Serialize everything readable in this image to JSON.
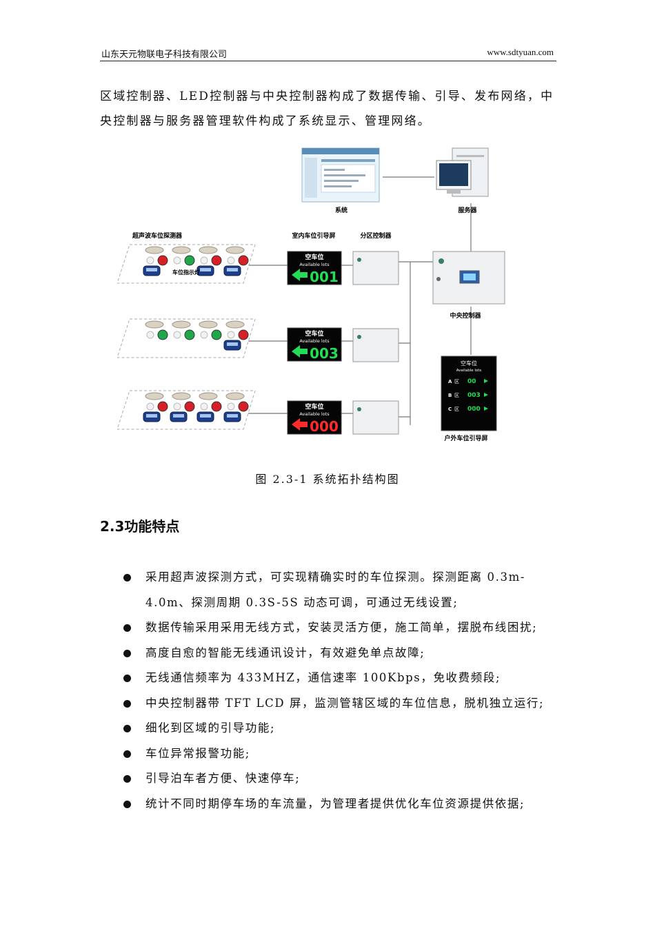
{
  "header": {
    "company": "山东天元物联电子科技有限公司",
    "website": "www.sdtyuan.com"
  },
  "intro": "区域控制器、LED控制器与中央控制器构成了数据传输、引导、发布网络，中央控制器与服务器管理软件构成了系统显示、管理网络。",
  "figure": {
    "labels": {
      "system": "系统",
      "server": "服务器",
      "ultrasonic_detector": "超声波车位探测器",
      "indoor_guide_screen": "室内车位引导屏",
      "zone_controller": "分区控制器",
      "space_indicator": "车位指示灯",
      "central_controller": "中央控制器",
      "outdoor_guide_screen": "户外车位引导屏"
    },
    "indoor_signs": [
      {
        "title": "空车位",
        "subtitle": "Available lots",
        "count": "001",
        "color": "#22dd55"
      },
      {
        "title": "空车位",
        "subtitle": "Available lots",
        "count": "003",
        "color": "#22dd55"
      },
      {
        "title": "空车位",
        "subtitle": "Available lots",
        "count": "000",
        "color": "#ff2b2b"
      }
    ],
    "rows": [
      {
        "lights": [
          "red",
          "green",
          "red",
          "red"
        ],
        "cars": [
          true,
          false,
          true,
          true
        ]
      },
      {
        "lights": [
          "green",
          "green",
          "green",
          "red"
        ],
        "cars": [
          false,
          false,
          false,
          true
        ]
      },
      {
        "lights": [
          "red",
          "red",
          "red",
          "red"
        ],
        "cars": [
          true,
          true,
          true,
          true
        ]
      }
    ],
    "outdoor_sign": {
      "title": "空车位",
      "subtitle": "Available lots",
      "zones": [
        {
          "letter": "A",
          "label": "区",
          "value": "00"
        },
        {
          "letter": "B",
          "label": "区",
          "value": "003"
        },
        {
          "letter": "C",
          "label": "区",
          "value": "000"
        }
      ]
    }
  },
  "caption": "图 2.3-1  系统拓扑结构图",
  "section_title": "2.3功能特点",
  "features": [
    "采用超声波探测方式，可实现精确实时的车位探测。探测距离 0.3m-4.0m、探测周期 0.3S-5S 动态可调，可通过无线设置;",
    "数据传输采用采用无线方式，安装灵活方便，施工简单，摆脱布线困扰;",
    "高度自愈的智能无线通讯设计，有效避免单点故障;",
    "无线通信频率为 433MHZ，通信速率 100Kbps，免收费频段;",
    "中央控制器带 TFT LCD 屏，监测管辖区域的车位信息，脱机独立运行;",
    "细化到区域的引导功能;",
    "车位异常报警功能;",
    "引导泊车者方便、快速停车;",
    "统计不同时期停车场的车流量，为管理者提供优化车位资源提供依据;"
  ]
}
